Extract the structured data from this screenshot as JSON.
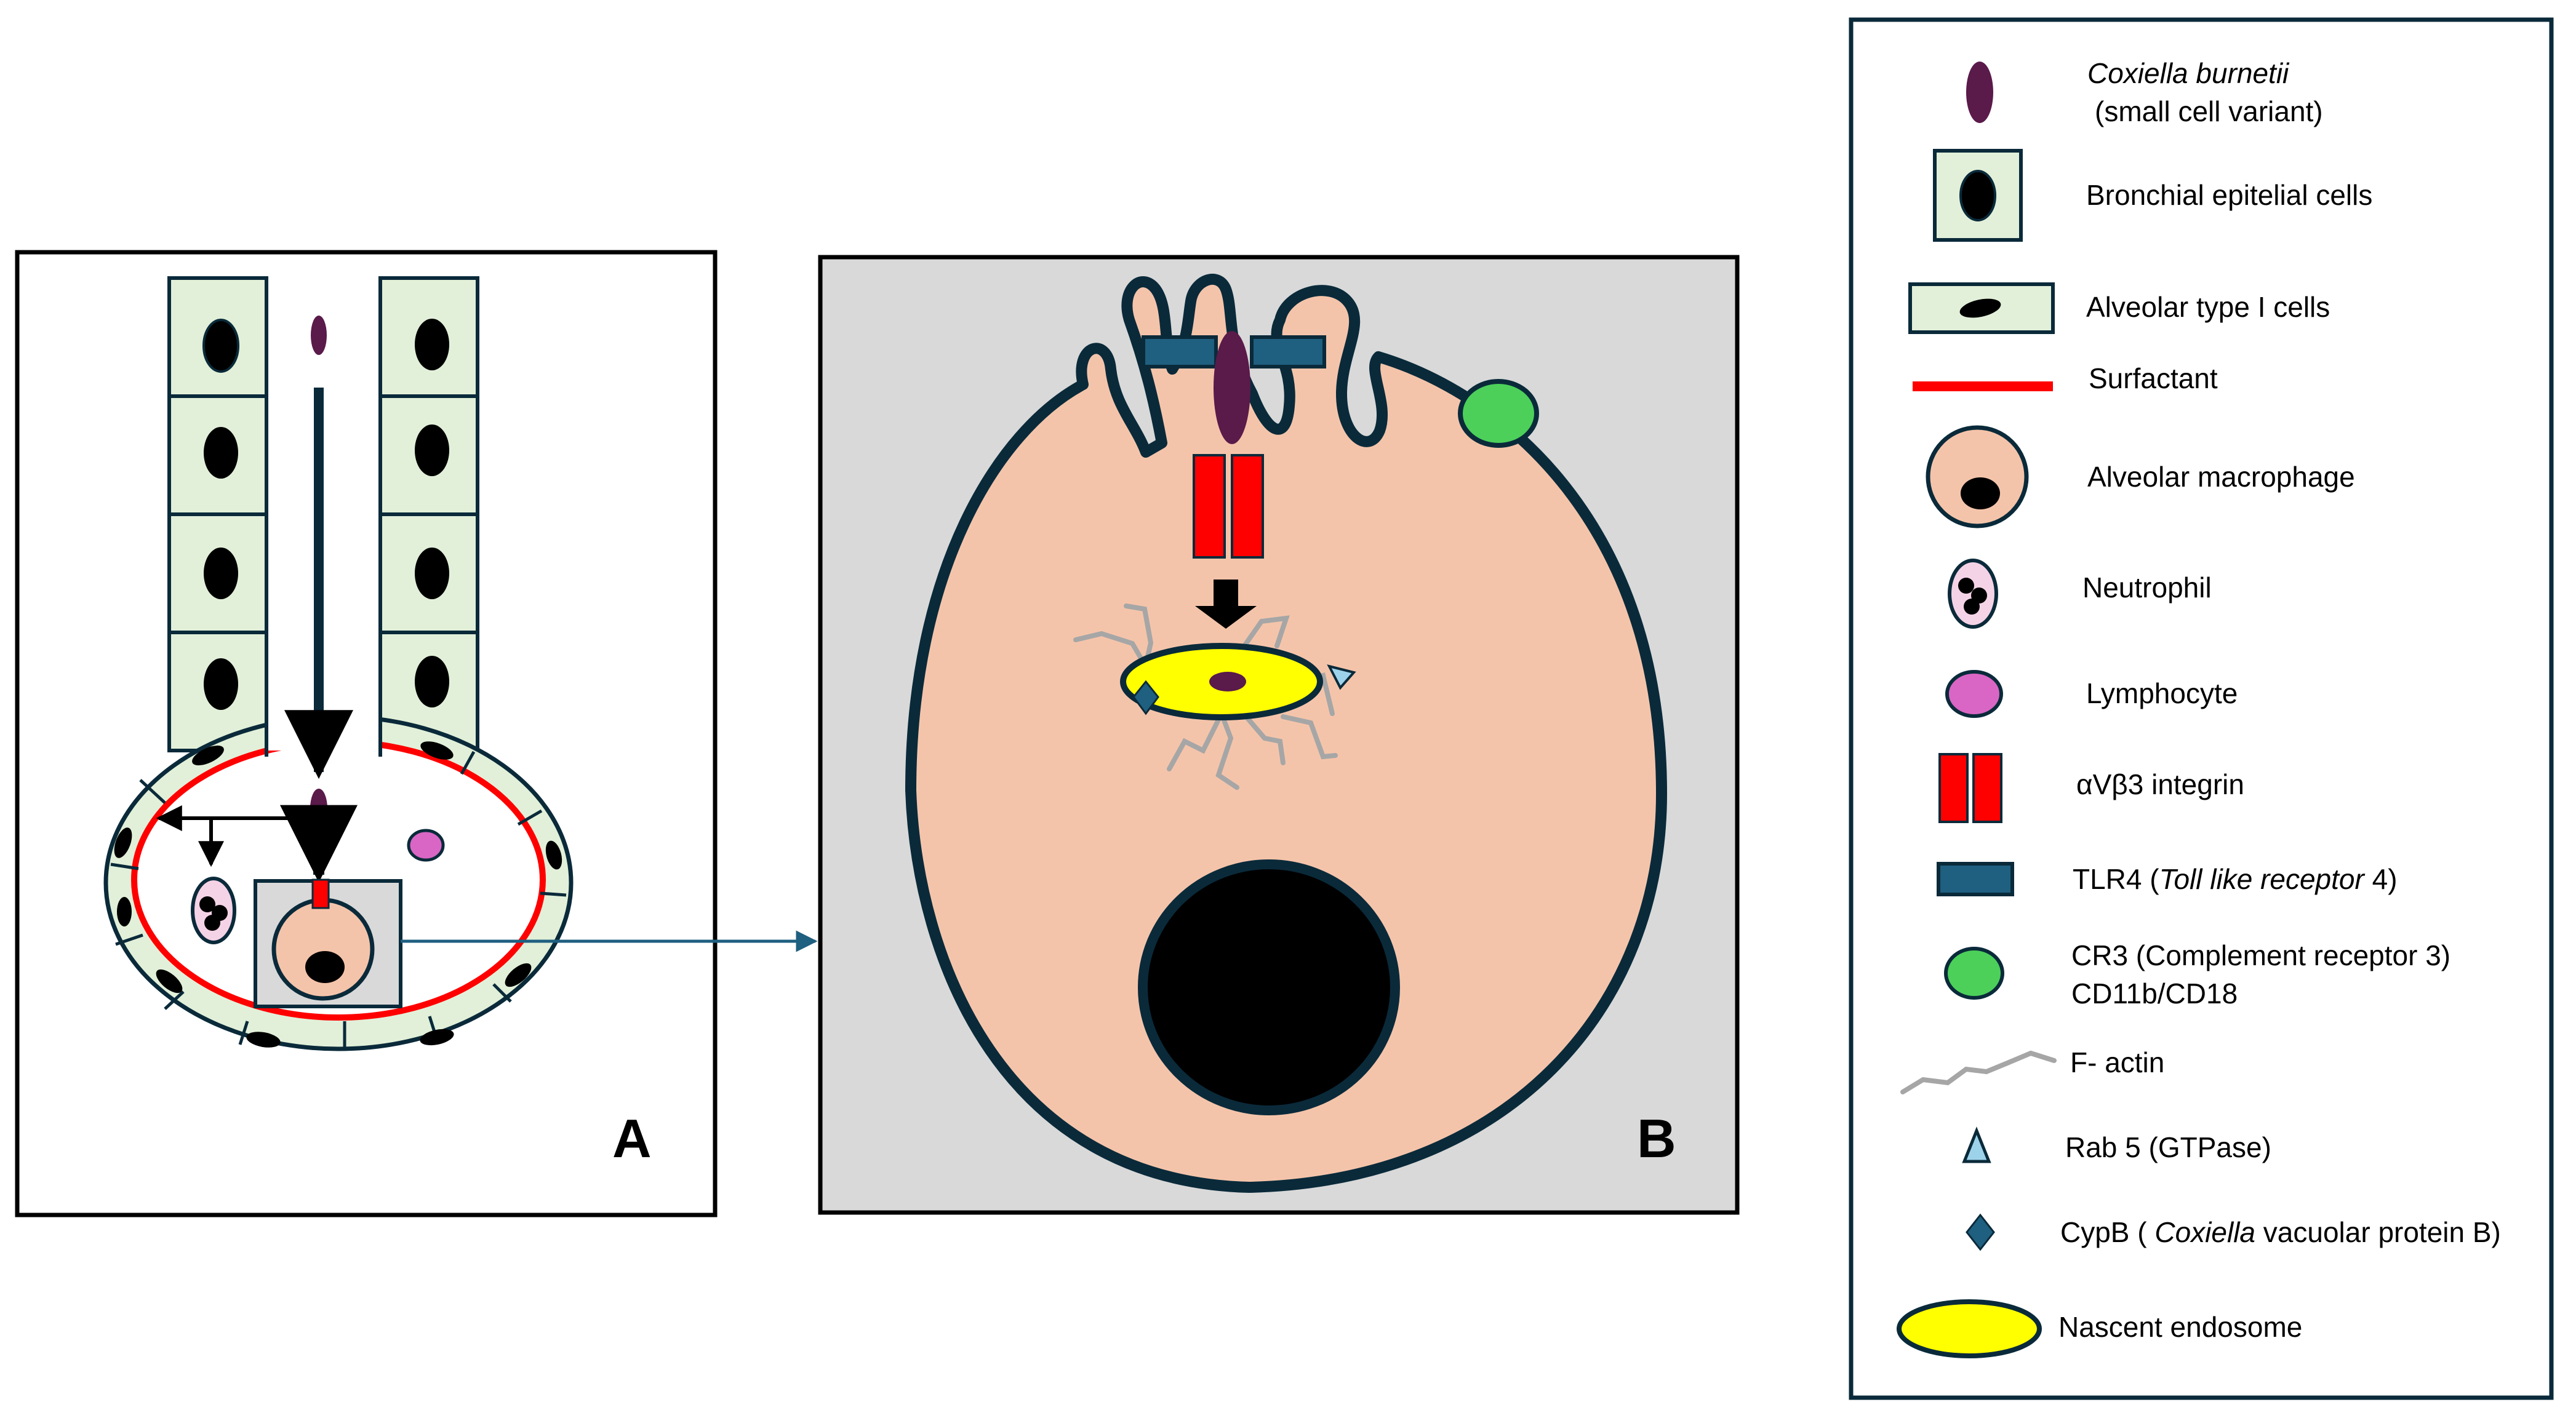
{
  "panels": {
    "a_label": "A",
    "b_label": "B"
  },
  "legend": {
    "items": [
      {
        "key": "coxiella",
        "text_italic": "Coxiella burnetii",
        "text2": "(small cell variant)"
      },
      {
        "key": "bronchial",
        "text": "Bronchial epitelial cells"
      },
      {
        "key": "alveolar_type1",
        "text": "Alveolar type I cells"
      },
      {
        "key": "surfactant",
        "text": "Surfactant"
      },
      {
        "key": "macrophage",
        "text": "Alveolar macrophage"
      },
      {
        "key": "neutrophil",
        "text": "Neutrophil"
      },
      {
        "key": "lymphocyte",
        "text": "Lymphocyte"
      },
      {
        "key": "integrin",
        "text": "αVβ3 integrin"
      },
      {
        "key": "tlr4",
        "pre": "TLR4 (",
        "italic": "Toll like receptor",
        "post": " 4)"
      },
      {
        "key": "cr3",
        "text": "CR3 (Complement receptor 3)",
        "text2": "CD11b/CD18"
      },
      {
        "key": "factin",
        "text": "F- actin"
      },
      {
        "key": "rab5",
        "text": "Rab 5 (GTPase)"
      },
      {
        "key": "cypb",
        "pre": "CypB ( ",
        "italic": "Coxiella",
        "post": " vacuolar protein B)"
      },
      {
        "key": "endosome",
        "text": "Nascent endosome"
      }
    ]
  },
  "colors": {
    "bronchial_fill": "#e2f0d9",
    "cell_outline": "#0a2a3a",
    "nucleus": "#000000",
    "coxiella": "#5a1a4a",
    "surfactant": "#ff0000",
    "macrophage": "#f4c4aa",
    "lymphocyte": "#d966c4",
    "integrin": "#ff0000",
    "tlr4": "#1f5f80",
    "cr3": "#4cd05a",
    "factin": "#a6a6a6",
    "rab5": "#9dd3ea",
    "cypb": "#1f5f80",
    "endosome": "#ffff00",
    "panel_b_bg": "#d9d9d9",
    "arrow_blue": "#1f5f80"
  }
}
